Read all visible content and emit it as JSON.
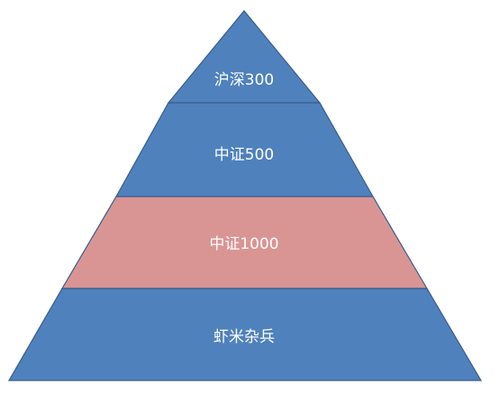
{
  "pyramid": {
    "tiers": [
      {
        "label": "沪深300",
        "color": "#4F81BD"
      },
      {
        "label": "中证500",
        "color": "#4F81BD"
      },
      {
        "label": "中证1000",
        "color": "#D99594"
      },
      {
        "label": "虾米杂兵",
        "color": "#4F81BD"
      }
    ],
    "stroke": "#385D8A",
    "text_color": "#FFFFFF"
  }
}
